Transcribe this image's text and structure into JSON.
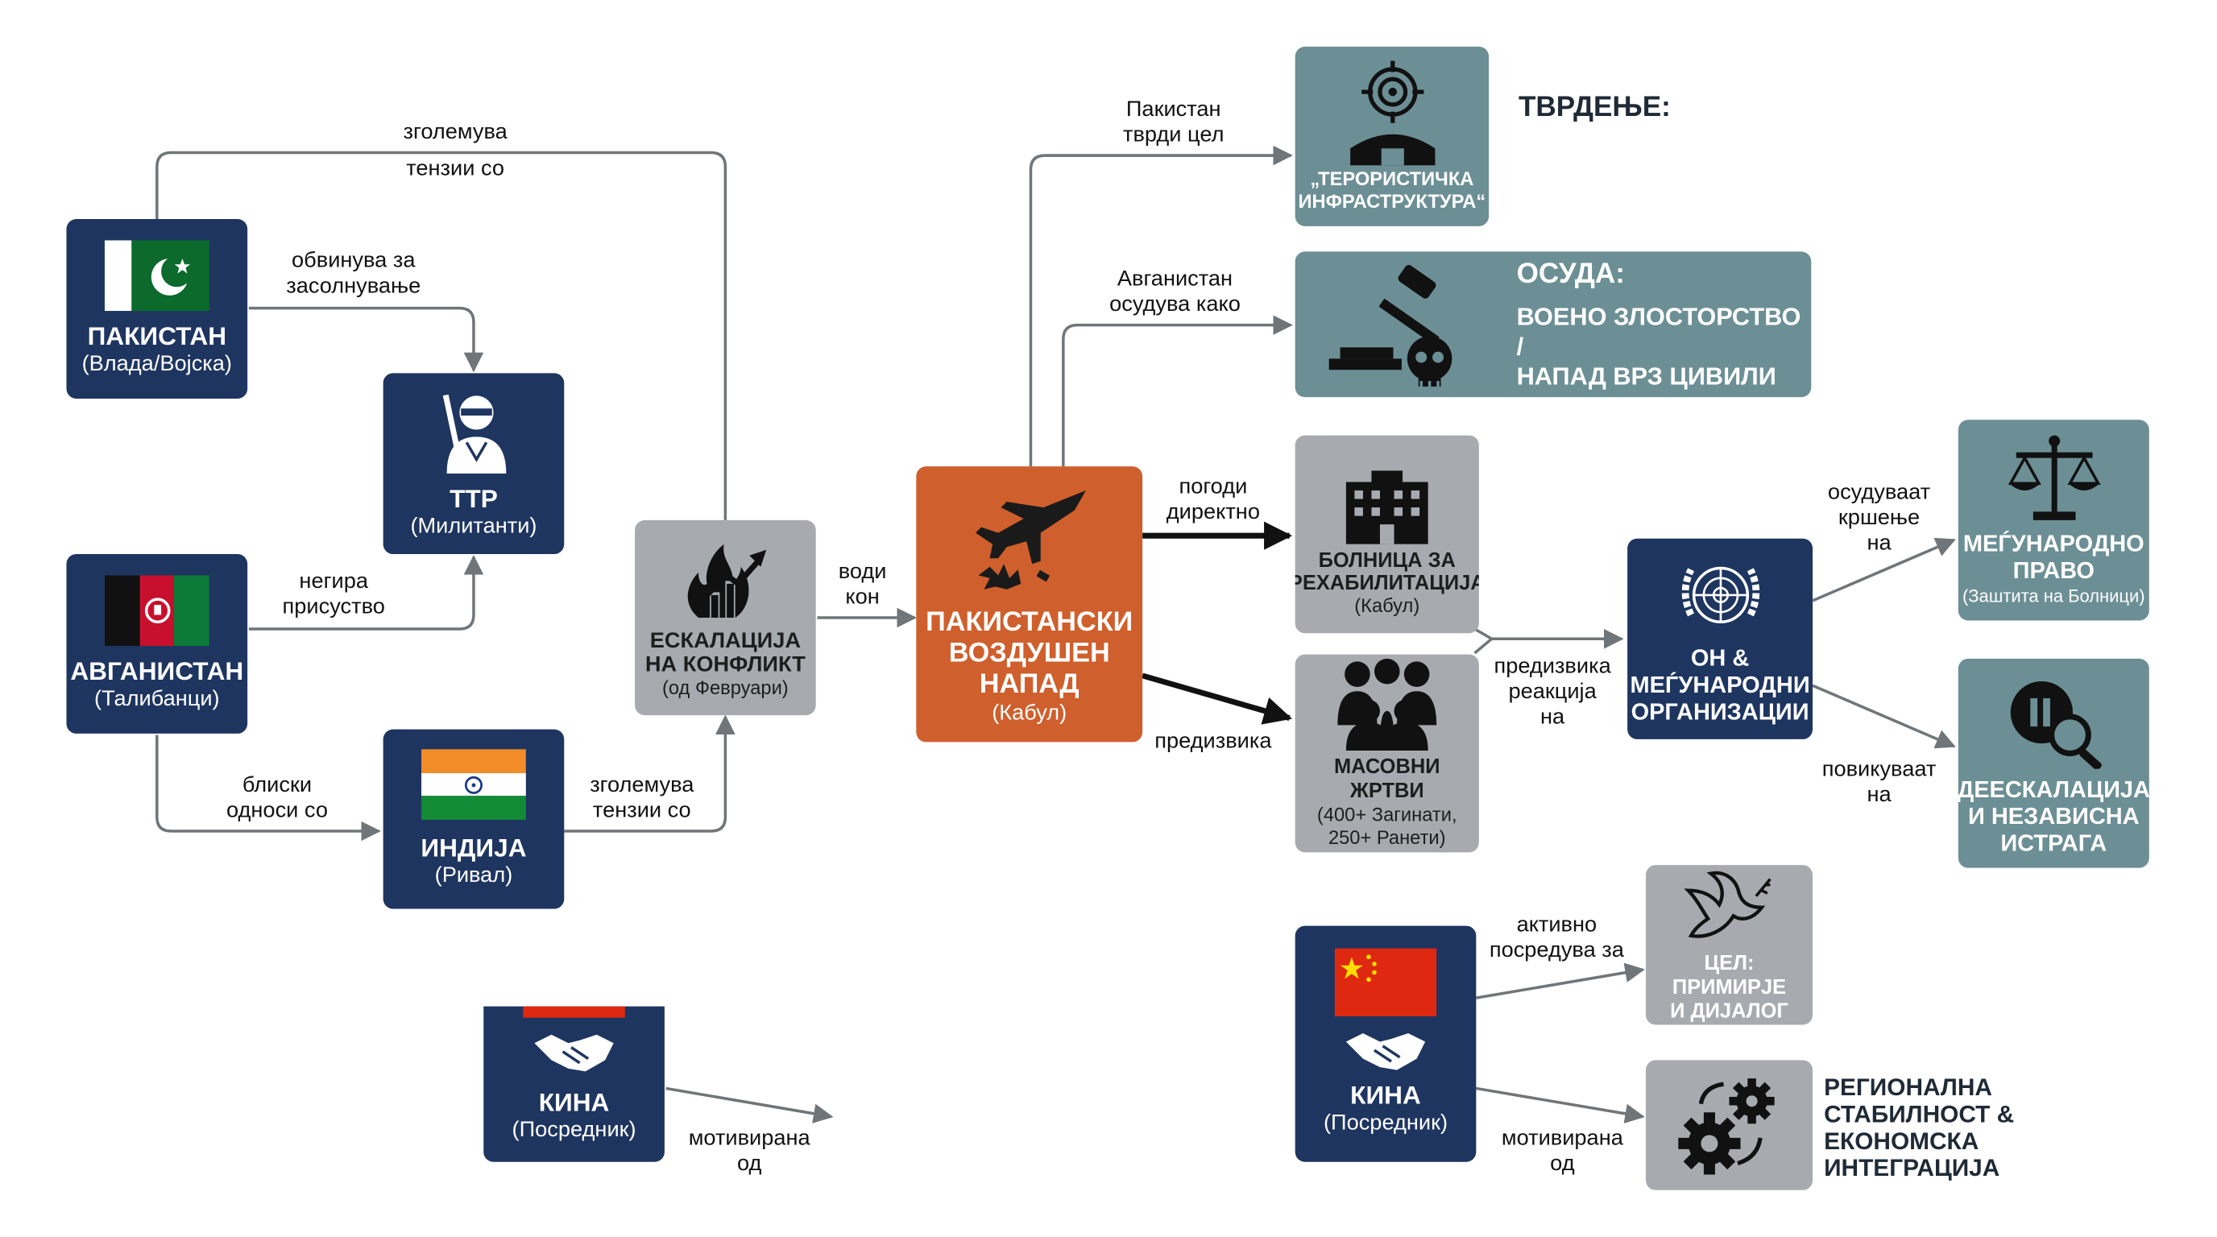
{
  "nodes": {
    "pakistan": {
      "title": "ПАКИСТАН",
      "subtitle": "(Влада/Војска)",
      "icon": "pakistan-flag"
    },
    "ttp": {
      "title": "ТТР",
      "subtitle": "(Милитанти)",
      "icon": "militant-icon"
    },
    "afghanistan": {
      "title": "АВГАНИСТАН",
      "subtitle": "(Талибанци)",
      "icon": "afghanistan-flag"
    },
    "india": {
      "title": "ИНДИЈА",
      "subtitle": "(Ривал)",
      "icon": "india-flag"
    },
    "china_left": {
      "title": "КИНА",
      "subtitle": "(Посредник)",
      "icon": "handshake-icon"
    },
    "escalation": {
      "title_line1": "ЕСКАЛАЦИЈА",
      "title_line2": "НА КОНФЛИКТ",
      "subtitle": "(од Февруари)",
      "icon": "fire-chart-icon"
    },
    "airstrike": {
      "title_line1": "ПАКИСТАНСКИ",
      "title_line2": "ВОЗДУШЕН",
      "title_line3": "НАПАД",
      "subtitle": "(Кабул)",
      "icon": "fighter-jet-icon"
    },
    "terror_infra": {
      "title_line1": "„ТЕРОРИСТИЧКА",
      "title_line2": "ИНФРАСТРУКТУРА“",
      "icon": "target-bunker-icon"
    },
    "condemnation": {
      "heading": "ОСУДА:",
      "text_line1": "ВОЕНО ЗЛОСТОРСТВО /",
      "text_line2": "НАПАД ВРЗ ЦИВИЛИ",
      "icon": "gavel-skull-icon"
    },
    "hospital": {
      "title_line1": "БОЛНИЦА ЗА",
      "title_line2": "РЕХАБИЛИТАЦИЈА",
      "subtitle": "(Кабул)",
      "icon": "hospital-icon"
    },
    "casualties": {
      "title": "МАСОВНИ ЖРТВИ",
      "subtitle_line1": "(400+ Загинати,",
      "subtitle_line2": "250+ Ранети)",
      "icon": "crowd-icon"
    },
    "un": {
      "title_line1": "ОН &",
      "title_line2": "МЕЃУНАРОДНИ",
      "title_line3": "ОРГАНИЗАЦИИ",
      "icon": "un-emblem-icon"
    },
    "intl_law": {
      "title_line1": "МЕЃУНАРОДНО",
      "title_line2": "ПРАВО",
      "subtitle": "(Заштита на Болници)",
      "icon": "scales-icon"
    },
    "deescalation": {
      "title_line1": "ДЕЕСКАЛАЦИЈА",
      "title_line2": "И НЕЗАВИСНА",
      "title_line3": "ИСТРАГА",
      "icon": "magnifier-icon"
    },
    "china_right": {
      "title": "КИНА",
      "subtitle": "(Посредник)",
      "icon": "china-flag"
    },
    "ceasefire": {
      "title_line1": "ЦЕЛ: ПРИМИРЈЕ",
      "title_line2": "И ДИЈАЛОГ",
      "icon": "dove-icon"
    },
    "stability": {
      "icon": "gears-icon"
    }
  },
  "side_labels": {
    "claim": "ТВРДЕЊЕ:",
    "stability_line1": "РЕГИОНАЛНА",
    "stability_line2": "СТАБИЛНОСТ &",
    "stability_line3": "ЕКОНОМСКА",
    "stability_line4": "ИНТЕГРАЦИЈА"
  },
  "edge_labels": {
    "increases_tension_top_1": "зголемува",
    "increases_tension_top_2": "тензии со",
    "accuses_harboring_1": "обвинува за",
    "accuses_harboring_2": "засолнување",
    "denies_presence_1": "негира",
    "denies_presence_2": "присуство",
    "close_ties_1": "блиски",
    "close_ties_2": "односи со",
    "increases_tension_india_1": "зголемува",
    "increases_tension_india_2": "тензии со",
    "leads_to_1": "води",
    "leads_to_2": "кон",
    "pakistan_claims_1": "Пакистан",
    "pakistan_claims_2": "тврди цел",
    "afghan_condemns_1": "Авганистан",
    "afghan_condemns_2": "осудува како",
    "hit_directly_1": "погоди",
    "hit_directly_2": "директно",
    "causes": "предизвика",
    "reaction_1": "предизвика",
    "reaction_2": "реакција",
    "reaction_3": "на",
    "condemn_violation_1": "осудуваат",
    "condemn_violation_2": "кршење",
    "condemn_violation_3": "на",
    "call_for_1": "повикуваат",
    "call_for_2": "на",
    "mediates_1": "активно",
    "mediates_2": "посредува за",
    "motivated_right_1": "мотивирана",
    "motivated_right_2": "од",
    "motivated_left_1": "мотивирана",
    "motivated_left_2": "од"
  },
  "colors": {
    "navy": "#1e3560",
    "gray": "#a7abaf",
    "teal": "#6c8f95",
    "orange": "#cf5f2c",
    "connector": "#6f7579"
  }
}
